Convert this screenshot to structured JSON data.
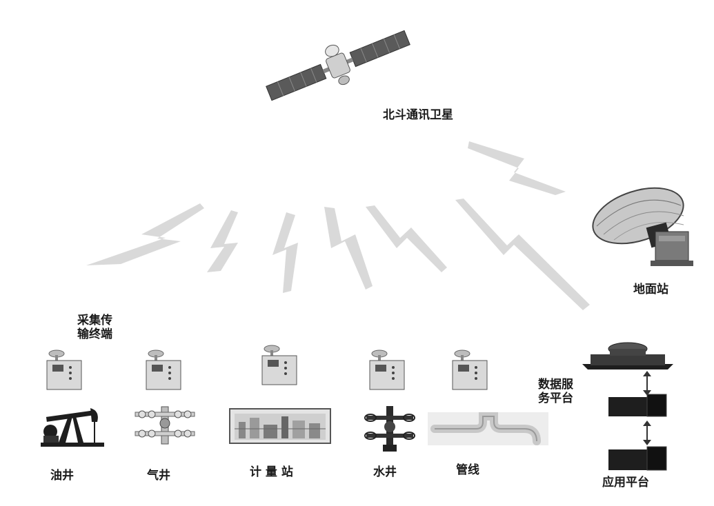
{
  "satellite": {
    "label": "北斗通讯卫星"
  },
  "ground_station": {
    "label": "地面站"
  },
  "collection_terminal": {
    "label_line1": "采集传",
    "label_line2": "输终端"
  },
  "data_service": {
    "label_line1": "数据服",
    "label_line2": "务平台"
  },
  "application": {
    "label": "应用平台"
  },
  "sites": [
    {
      "label": "油井"
    },
    {
      "label": "气井"
    },
    {
      "label": "计 量 站"
    },
    {
      "label": "水井"
    },
    {
      "label": "管线"
    }
  ],
  "colors": {
    "signal": "#d9d9d9",
    "panel": "#5a5a5a",
    "device": "#cfcfcf",
    "dark": "#1e1e1e"
  }
}
